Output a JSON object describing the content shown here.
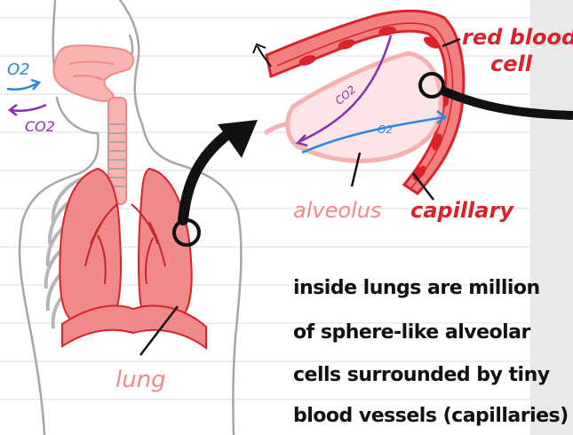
{
  "labels": {
    "o2_in": "O2",
    "co2_out": "CO2",
    "alveolus_co2": "CO2",
    "alveolus_o2": "O2",
    "red_blood_cell_line1": "red blood",
    "red_blood_cell_line2": "cell",
    "alveolus": "alveolus",
    "capillary": "capillary",
    "lung": "lung"
  },
  "note": {
    "line1": "inside lungs are million",
    "line2": "of sphere-like alveolar",
    "line3": "cells surrounded by tiny",
    "line4": "blood vessels (capillaries)"
  },
  "colors": {
    "lung_pink": "#f08a8a",
    "lung_light": "#f9b3b0",
    "blood_red": "#d9222a",
    "alveolus_pink": "#f6b2b2",
    "co2_purple": "#8a2fb0",
    "o2_blue": "#2a86e0",
    "outline_gray": "#a6a6a6",
    "ruled_line": "#dcdcdc"
  }
}
